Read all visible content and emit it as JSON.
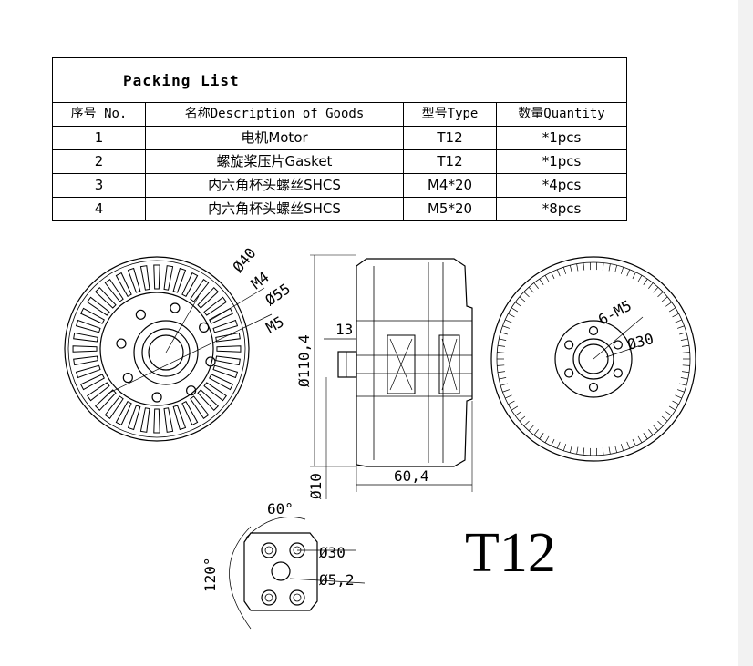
{
  "packing_list": {
    "title": "Packing List",
    "headers": [
      "序号 No.",
      "名称Description of Goods",
      "型号Type",
      "数量Quantity"
    ],
    "rows": [
      [
        "1",
        "电机Motor",
        "T12",
        "*1pcs"
      ],
      [
        "2",
        "螺旋桨压片Gasket",
        "T12",
        "*1pcs"
      ],
      [
        "3",
        "内六角杯头螺丝SHCS",
        "M4*20",
        "*4pcs"
      ],
      [
        "4",
        "内六角杯头螺丝SHCS",
        "M5*20",
        "*8pcs"
      ]
    ]
  },
  "drawing": {
    "model": "T12",
    "front_view": {
      "d40": "Ø40",
      "m4": "M4",
      "d55": "Ø55",
      "m5": "M5"
    },
    "side_view": {
      "d13": "13",
      "d110": "Ø110,4",
      "d10": "Ø10",
      "w60": "60,4"
    },
    "rear_view": {
      "m5x6": "6-M5",
      "d30": "Ø30"
    },
    "gasket_view": {
      "a60": "60°",
      "a120": "120°",
      "d30": "Ø30",
      "d52": "Ø5,2"
    }
  }
}
